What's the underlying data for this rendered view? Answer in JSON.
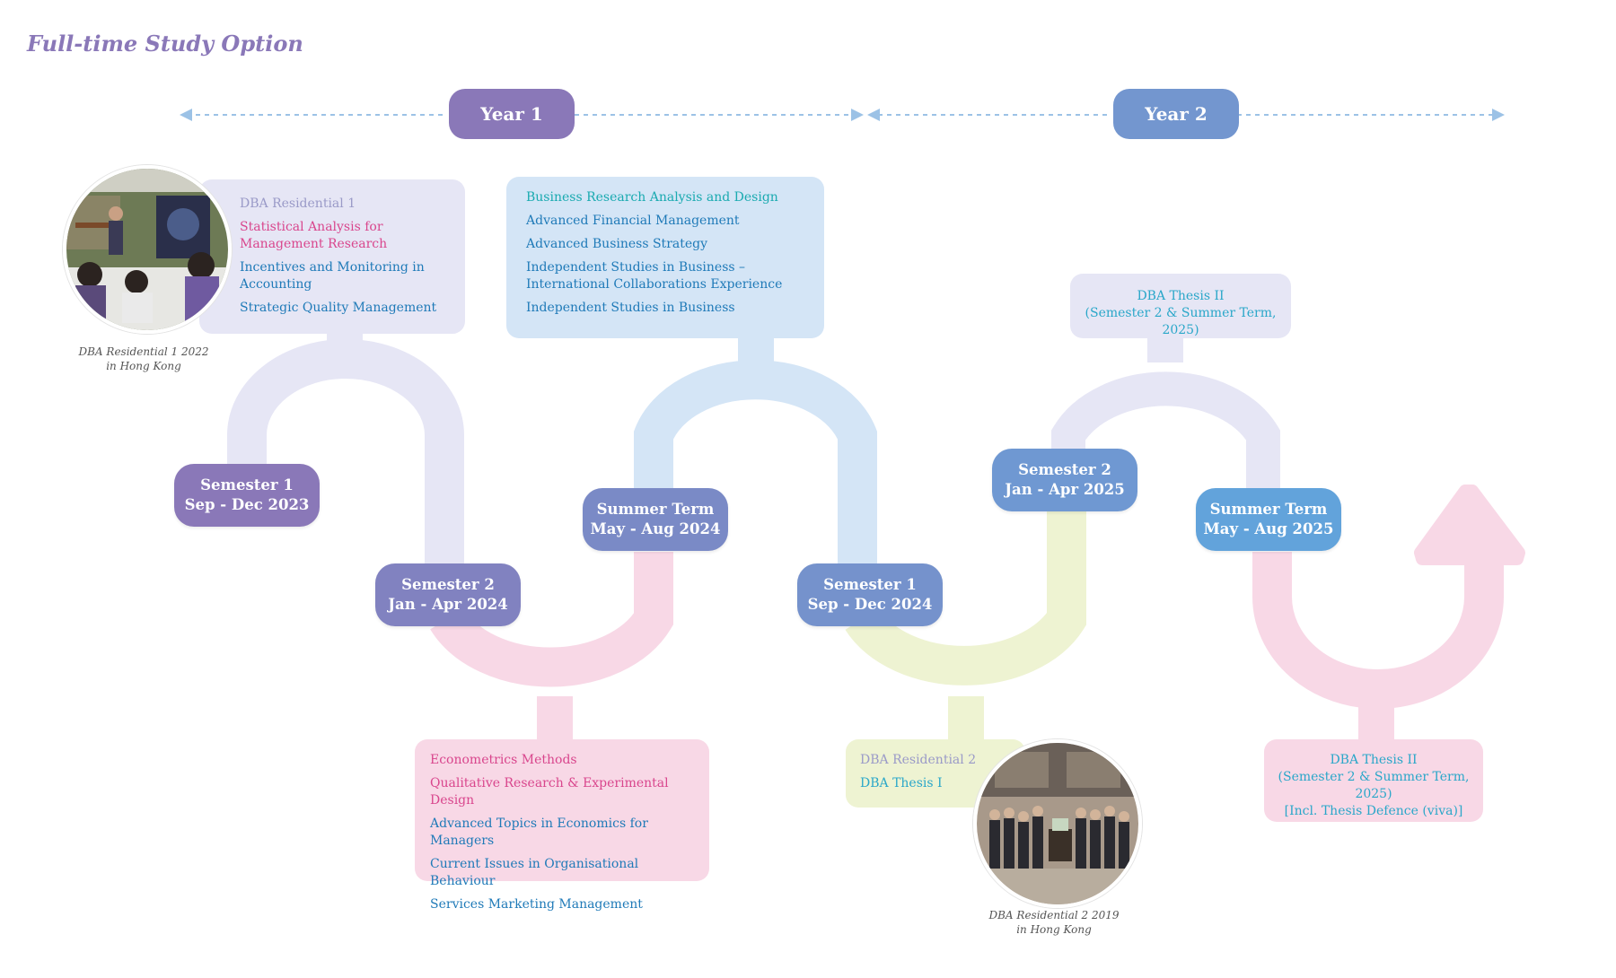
{
  "title": "Full-time Study Option",
  "years": [
    {
      "label": "Year 1",
      "color": "#8a78b8"
    },
    {
      "label": "Year 2",
      "color": "#7396cf"
    }
  ],
  "semesters": [
    {
      "line1": "Semester 1",
      "line2": "Sep - Dec 2023",
      "color": "#8a78b8"
    },
    {
      "line1": "Semester 2",
      "line2": "Jan - Apr 2024",
      "color": "#8182c0"
    },
    {
      "line1": "Summer Term",
      "line2": "May - Aug 2024",
      "color": "#7a8ac6"
    },
    {
      "line1": "Semester 1",
      "line2": "Sep - Dec 2024",
      "color": "#7592cc"
    },
    {
      "line1": "Semester 2",
      "line2": "Jan - Apr 2025",
      "color": "#6f98d2"
    },
    {
      "line1": "Summer Term",
      "line2": "May - Aug 2025",
      "color": "#62a3db"
    }
  ],
  "boxes": {
    "sem1_2023": {
      "heading": "DBA Residential 1",
      "items": [
        {
          "text": "Statistical Analysis for Management Research",
          "tone": "pink"
        },
        {
          "text": "Incentives and Monitoring in Accounting",
          "tone": "blue"
        },
        {
          "text": "Strategic Quality Management",
          "tone": "blue"
        }
      ]
    },
    "sem2_2024": {
      "items": [
        {
          "text": "Econometrics Methods",
          "tone": "pink"
        },
        {
          "text": "Qualitative Research & Experimental Design",
          "tone": "pink"
        },
        {
          "text": "Advanced Topics in Economics for Managers",
          "tone": "blue"
        },
        {
          "text": "Current Issues in Organisational Behaviour",
          "tone": "blue"
        },
        {
          "text": "Services Marketing Management",
          "tone": "blue"
        }
      ]
    },
    "summer_2024": {
      "heading": "Business Research Analysis and Design",
      "items": [
        {
          "text": "Advanced Financial Management",
          "tone": "blue"
        },
        {
          "text": "Advanced Business Strategy",
          "tone": "blue"
        },
        {
          "text": "Independent Studies in Business – International Collaborations Experience",
          "tone": "blue"
        },
        {
          "text": "Independent Studies in Business",
          "tone": "blue"
        }
      ]
    },
    "sem1_2024": {
      "heading": "DBA Residential 2",
      "items": [
        {
          "text": "DBA Thesis I",
          "tone": "cyan"
        }
      ]
    },
    "sem2_2025": {
      "line1": "DBA Thesis II",
      "line2": "(Semester 2 & Summer Term, 2025)"
    },
    "summer_2025": {
      "line1": "DBA Thesis II",
      "line2": "(Semester 2 & Summer Term, 2025)",
      "line3": "[Incl. Thesis Defence (viva)]"
    }
  },
  "photos": [
    {
      "caption1": "DBA Residential 1 2022",
      "caption2": "in Hong Kong"
    },
    {
      "caption1": "DBA Residential 2 2019",
      "caption2": "in Hong Kong"
    }
  ],
  "colors": {
    "lavender_band": "#e6e6f5",
    "blue_band": "#d4e5f6",
    "pink_band": "#f8d8e6",
    "green_band": "#eef3d2",
    "arrow_line": "#9cc2e6"
  }
}
